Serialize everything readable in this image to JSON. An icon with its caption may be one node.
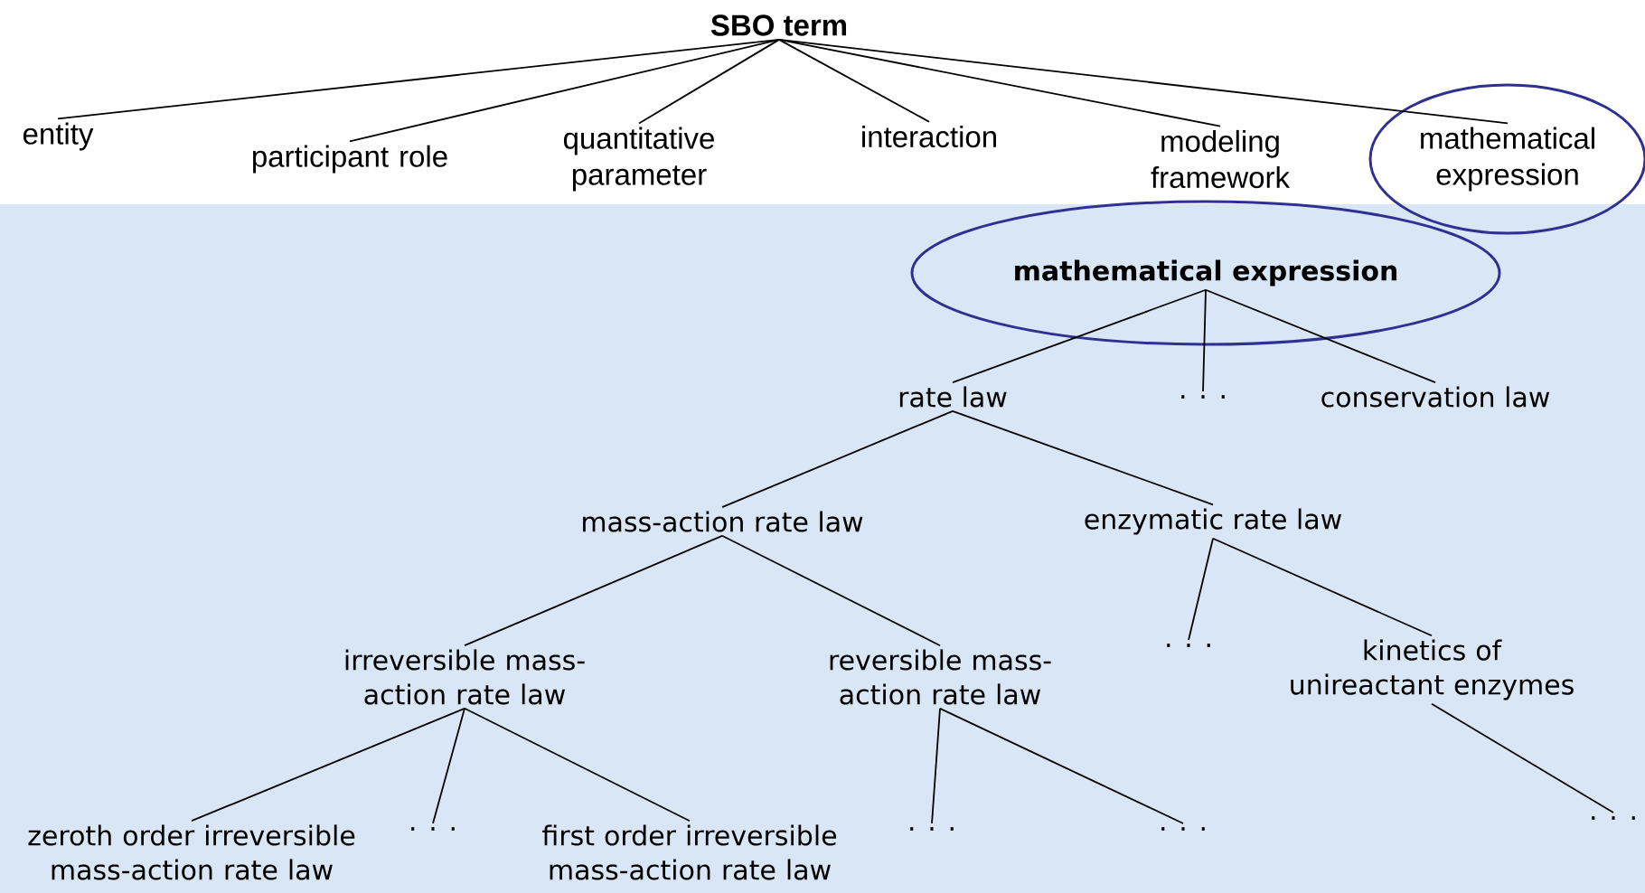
{
  "diagram": {
    "nodes": [
      {
        "text": [
          "SBO term"
        ]
      },
      {
        "text": [
          "entity"
        ]
      },
      {
        "text": [
          "participant role"
        ]
      },
      {
        "text": [
          "quantitative parameter"
        ]
      },
      {
        "text": [
          "interaction"
        ]
      },
      {
        "text": [
          "modeling framework"
        ]
      },
      {
        "text": [
          "mathematical expression"
        ]
      },
      {
        "text": [
          "mathematical expression"
        ]
      },
      {
        "text": [
          "rate law"
        ]
      },
      {
        "text": [
          ". . ."
        ]
      },
      {
        "text": [
          "conservation law"
        ]
      },
      {
        "text": [
          "mass-action rate law"
        ]
      },
      {
        "text": [
          "enzymatic rate law"
        ]
      },
      {
        "text": [
          "irreversible mass-action rate law"
        ]
      },
      {
        "text": [
          "reversible mass-action rate law"
        ]
      },
      {
        "text": [
          ". . ."
        ]
      },
      {
        "text": [
          "kinetics of unireactant enzymes"
        ]
      },
      {
        "text": [
          "zeroth order irreversible mass-action rate law"
        ]
      },
      {
        "text": [
          ". . ."
        ]
      },
      {
        "text": [
          "first order irreversible mass-action rate law"
        ]
      },
      {
        "text": [
          ". . ."
        ]
      },
      {
        "text": [
          ". . ."
        ]
      },
      {
        "text": [
          ". . ."
        ]
      }
    ],
    "edges": [
      {
        "from": 0,
        "to": 1,
        "arrow": "none"
      },
      {
        "from": 0,
        "to": 2,
        "arrow": "none"
      },
      {
        "from": 0,
        "to": 3,
        "arrow": "none"
      },
      {
        "from": 0,
        "to": 4,
        "arrow": "none"
      },
      {
        "from": 0,
        "to": 5,
        "arrow": "none"
      },
      {
        "from": 0,
        "to": 6,
        "arrow": "none"
      },
      {
        "from": 7,
        "to": 8,
        "arrow": "none"
      },
      {
        "from": 7,
        "to": 9,
        "arrow": "none"
      },
      {
        "from": 7,
        "to": 10,
        "arrow": "none"
      },
      {
        "from": 8,
        "to": 11,
        "arrow": "none"
      },
      {
        "from": 8,
        "to": 12,
        "arrow": "none"
      },
      {
        "from": 11,
        "to": 13,
        "arrow": "none"
      },
      {
        "from": 11,
        "to": 14,
        "arrow": "none"
      },
      {
        "from": 12,
        "to": 15,
        "arrow": "none"
      },
      {
        "from": 12,
        "to": 16,
        "arrow": "none"
      },
      {
        "from": 13,
        "to": 17,
        "arrow": "none"
      },
      {
        "from": 13,
        "to": 18,
        "arrow": "none"
      },
      {
        "from": 13,
        "to": 19,
        "arrow": "none"
      },
      {
        "from": 14,
        "to": 20,
        "arrow": "none"
      },
      {
        "from": 14,
        "to": 21,
        "arrow": "none"
      },
      {
        "from": 16,
        "to": 22,
        "arrow": "none"
      }
    ]
  }
}
